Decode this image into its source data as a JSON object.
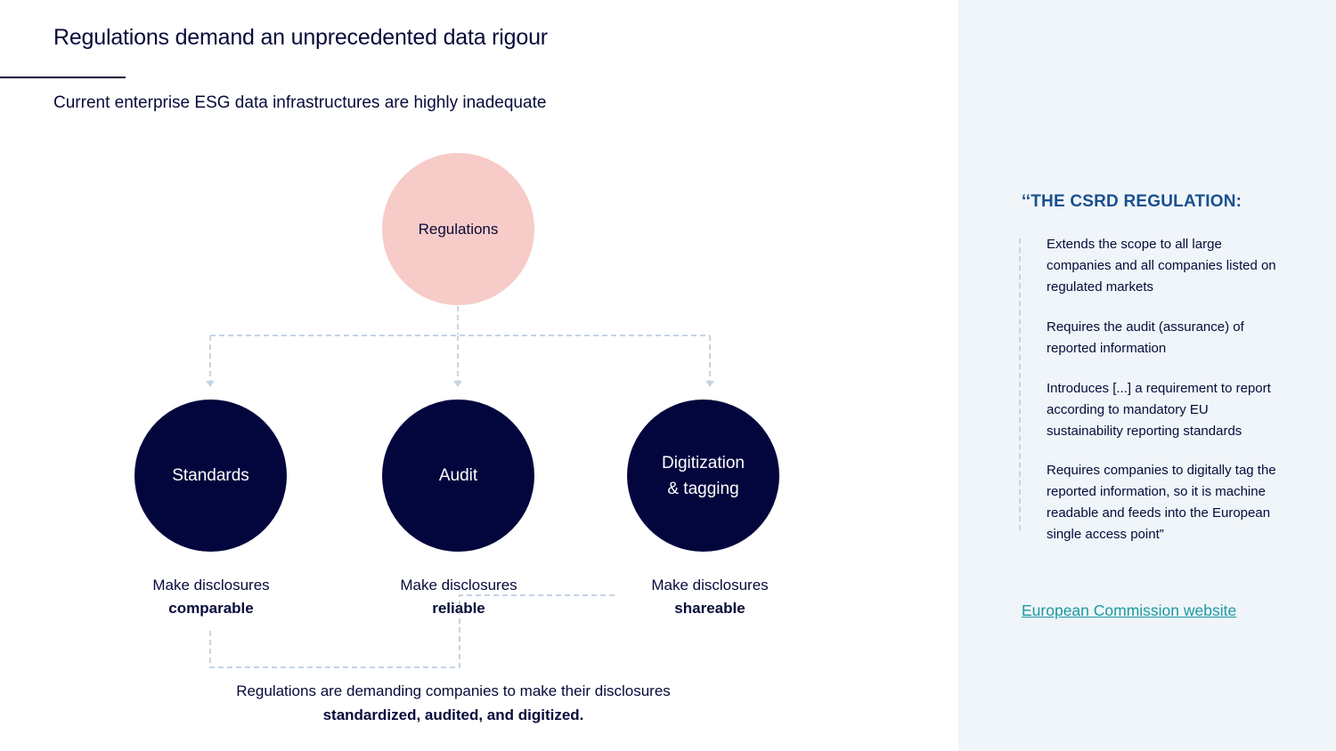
{
  "header": {
    "title": "Regulations demand an unprecedented data rigour",
    "subtitle": "Current enterprise ESG data infrastructures are highly inadequate"
  },
  "diagram": {
    "root": "Regulations",
    "nodes": [
      {
        "label_line1": "Standards",
        "label_line2": "",
        "caption_plain": "Make disclosures",
        "caption_bold": "comparable"
      },
      {
        "label_line1": "Audit",
        "label_line2": "",
        "caption_plain": "Make disclosures",
        "caption_bold": "reliable"
      },
      {
        "label_line1": "Digitization",
        "label_line2": "& tagging",
        "caption_plain": "Make disclosures",
        "caption_bold": "shareable"
      }
    ],
    "summary_plain": "Regulations are demanding companies to make their disclosures",
    "summary_bold": "standardized, audited, and digitized."
  },
  "sidebar": {
    "heading": "‘‘THE CSRD REGULATION:",
    "items": [
      "Extends the scope to all large companies and all companies listed on regulated markets",
      "Requires the audit (assurance) of reported information",
      "Introduces [...] a requirement to report according to mandatory EU sustainability reporting standards",
      "Requires companies to digitally tag the reported information, so it is machine readable and feeds into the European single access point”"
    ],
    "link": "European Commission website"
  },
  "colors": {
    "navy": "#03063d",
    "pink": "#f7cbc8",
    "connector": "#c6d4e2",
    "sidebar_bg": "#f0f5fa",
    "heading_blue": "#17508f",
    "link_teal": "#1a9aa0"
  }
}
